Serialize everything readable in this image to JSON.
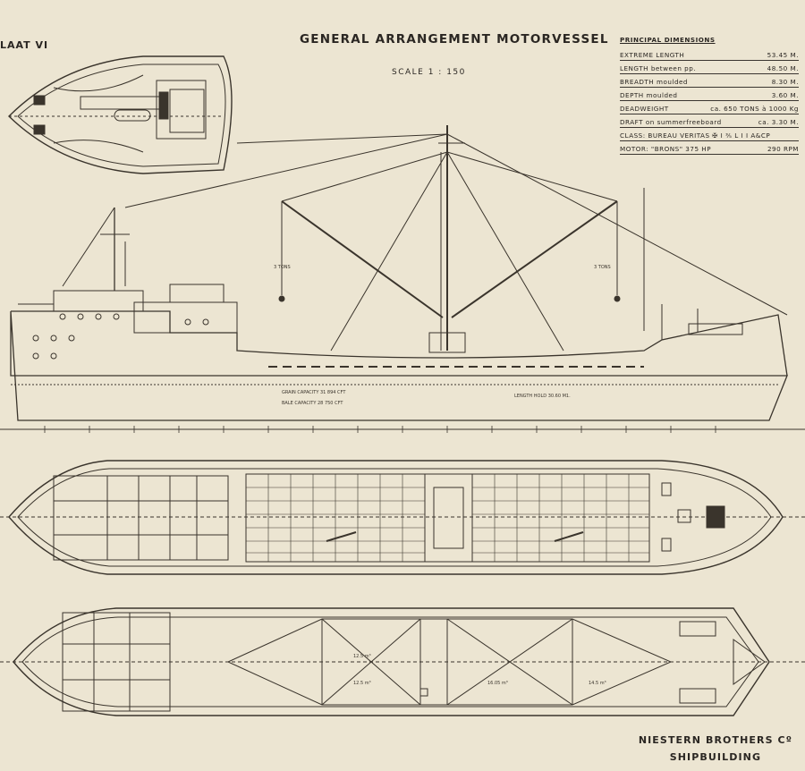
{
  "plate_label": "LAAT VI",
  "title": "GENERAL ARRANGEMENT MOTORVESSEL",
  "scale": "SCALE 1 : 150",
  "principal_dimensions": {
    "heading": "PRINCIPAL DIMENSIONS",
    "rows": [
      {
        "label": "EXTREME LENGTH",
        "value": "53.45 M."
      },
      {
        "label": "LENGTH between pp.",
        "value": "48.50 M."
      },
      {
        "label": "BREADTH moulded",
        "value": "8.30 M."
      },
      {
        "label": "DEPTH moulded",
        "value": "3.60 M."
      },
      {
        "label": "DEADWEIGHT",
        "value": "ca. 650 TONS à 1000 Kg"
      },
      {
        "label": "DRAFT on summerfreeboard",
        "value": "ca. 3.30 M."
      },
      {
        "label": "CLASS: BUREAU VERITAS ✠ I ⅗ L I I A&CP",
        "value": ""
      },
      {
        "label": "MOTOR: \"BRONS\" 375 HP",
        "value": "290 RPM"
      }
    ]
  },
  "profile_labels": {
    "boom_fwd": "3 TONS",
    "boom_aft": "3 TONS",
    "grain": "GRAIN CAPACITY 31 894 CFT",
    "bale": "BALE CAPACITY 28 750 CFT",
    "hold_length": "LENGTH HOLD 30.60 M1."
  },
  "lower_hold_labels": [
    "12.5 m³",
    "12.5 m³",
    "16.05 m³",
    "14.5 m³"
  ],
  "maker": {
    "line1": "NIESTERN BROTHERS Cº",
    "line2": "SHIPBUILDING"
  }
}
